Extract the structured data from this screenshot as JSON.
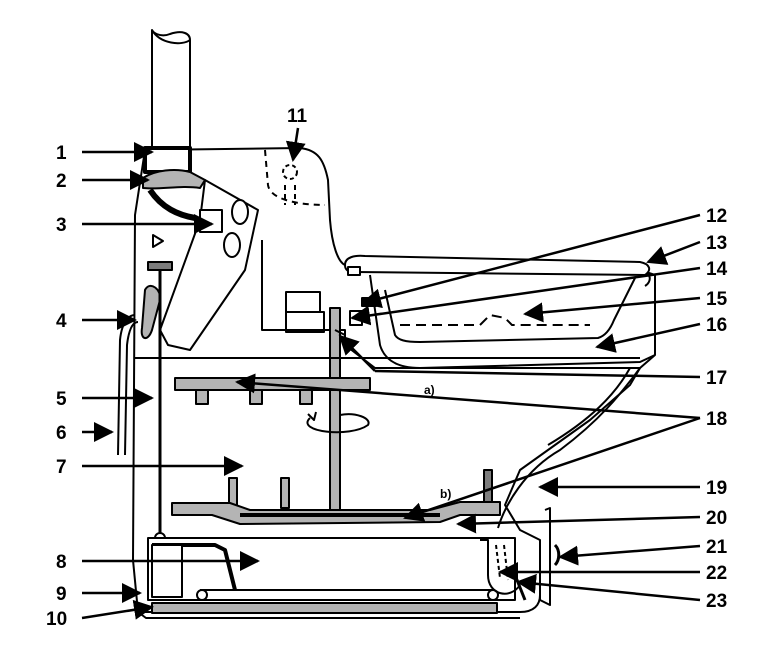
{
  "callouts": [
    "1",
    "2",
    "3",
    "4",
    "5",
    "6",
    "7",
    "8",
    "9",
    "10",
    "11",
    "12",
    "13",
    "14",
    "15",
    "16",
    "17",
    "18",
    "19",
    "20",
    "21",
    "22",
    "23"
  ],
  "sub_labels": {
    "a": "a)",
    "b": "b)"
  },
  "colors": {
    "line": "#000000",
    "fill_grey": "#b4b4b4",
    "fill_dark": "#7d7d7d",
    "background": "#ffffff"
  }
}
